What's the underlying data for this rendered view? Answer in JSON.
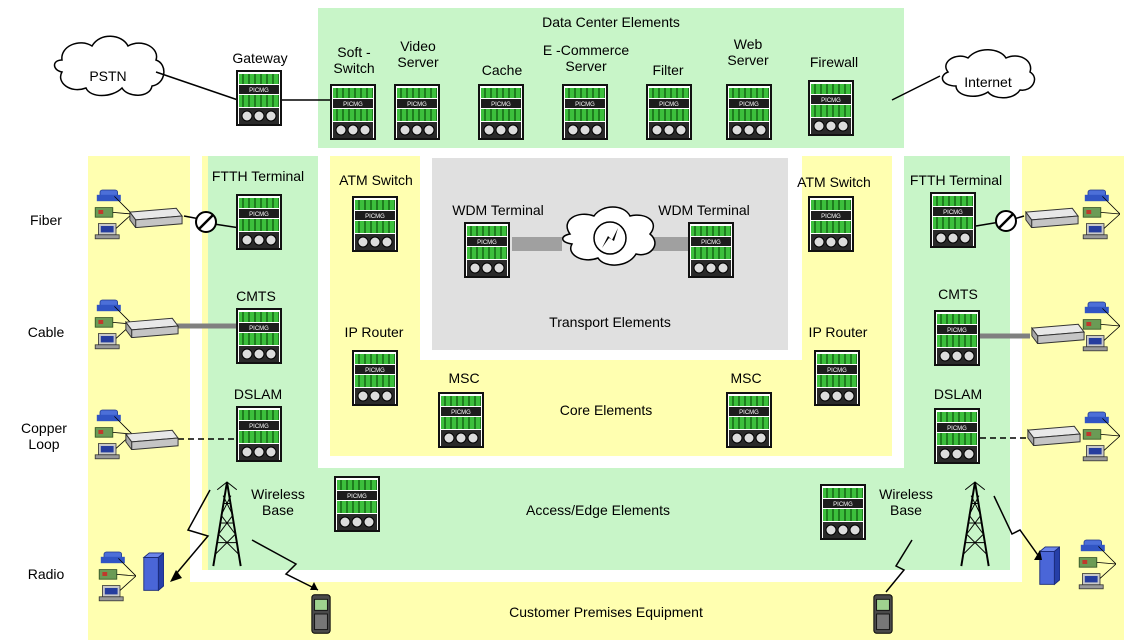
{
  "title": "Data Center Elements",
  "zones": {
    "data_center": "Data Center Elements",
    "transport": "Transport Elements",
    "core": "Core Elements",
    "access_edge": "Access/Edge Elements",
    "customer_premises": "Customer Premises Equipment"
  },
  "clouds": {
    "pstn": "PSTN",
    "internet": "Internet"
  },
  "data_center_elements": {
    "gateway": "Gateway",
    "soft_switch": "Soft -\nSwitch",
    "video_server": "Video\nServer",
    "cache": "Cache",
    "ecommerce_server": "E -Commerce\nServer",
    "filter": "Filter",
    "web_server": "Web\nServer",
    "firewall": "Firewall"
  },
  "transport_elements": {
    "wdm_left": "WDM Terminal",
    "wdm_right": "WDM Terminal"
  },
  "core_elements": {
    "atm_left": "ATM Switch",
    "atm_right": "ATM Switch",
    "ip_left": "IP Router",
    "ip_right": "IP Router",
    "msc_left": "MSC",
    "msc_right": "MSC"
  },
  "access_elements": {
    "ftth_left": "FTTH Terminal",
    "ftth_right": "FTTH Terminal",
    "cmts_left": "CMTS",
    "cmts_right": "CMTS",
    "dslam_left": "DSLAM",
    "dslam_right": "DSLAM",
    "wireless_left": "Wireless\nBase",
    "wireless_right": "Wireless\nBase"
  },
  "row_labels": {
    "fiber": "Fiber",
    "cable": "Cable",
    "copper": "Copper\nLoop",
    "radio": "Radio"
  },
  "colors": {
    "yellow_zone": "#ffffb0",
    "green_zone": "#c8f5c8",
    "gray_zone": "#e0e0e0",
    "device_green": "#2eaa2e",
    "device_dark": "#222222"
  }
}
